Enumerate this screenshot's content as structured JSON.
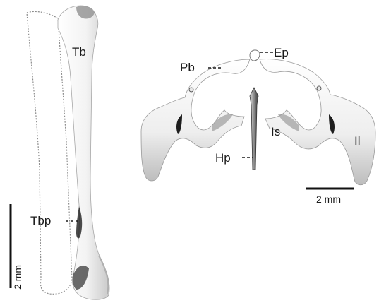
{
  "labels": {
    "tibia": "Tb",
    "tibial_process": "Tbp",
    "pubis": "Pb",
    "epipubis": "Ep",
    "hypoischium": "Hp",
    "ischium": "Is",
    "ilium": "Il"
  },
  "scale_bars": {
    "left": "2 mm",
    "right": "2 mm"
  },
  "colors": {
    "bone_fill": "#f2f2f2",
    "bone_shadow": "#b8b8b8",
    "bone_outline": "#9a9a9a",
    "outline_dotted": "#8c8c8c",
    "text": "#1a1a1a"
  }
}
